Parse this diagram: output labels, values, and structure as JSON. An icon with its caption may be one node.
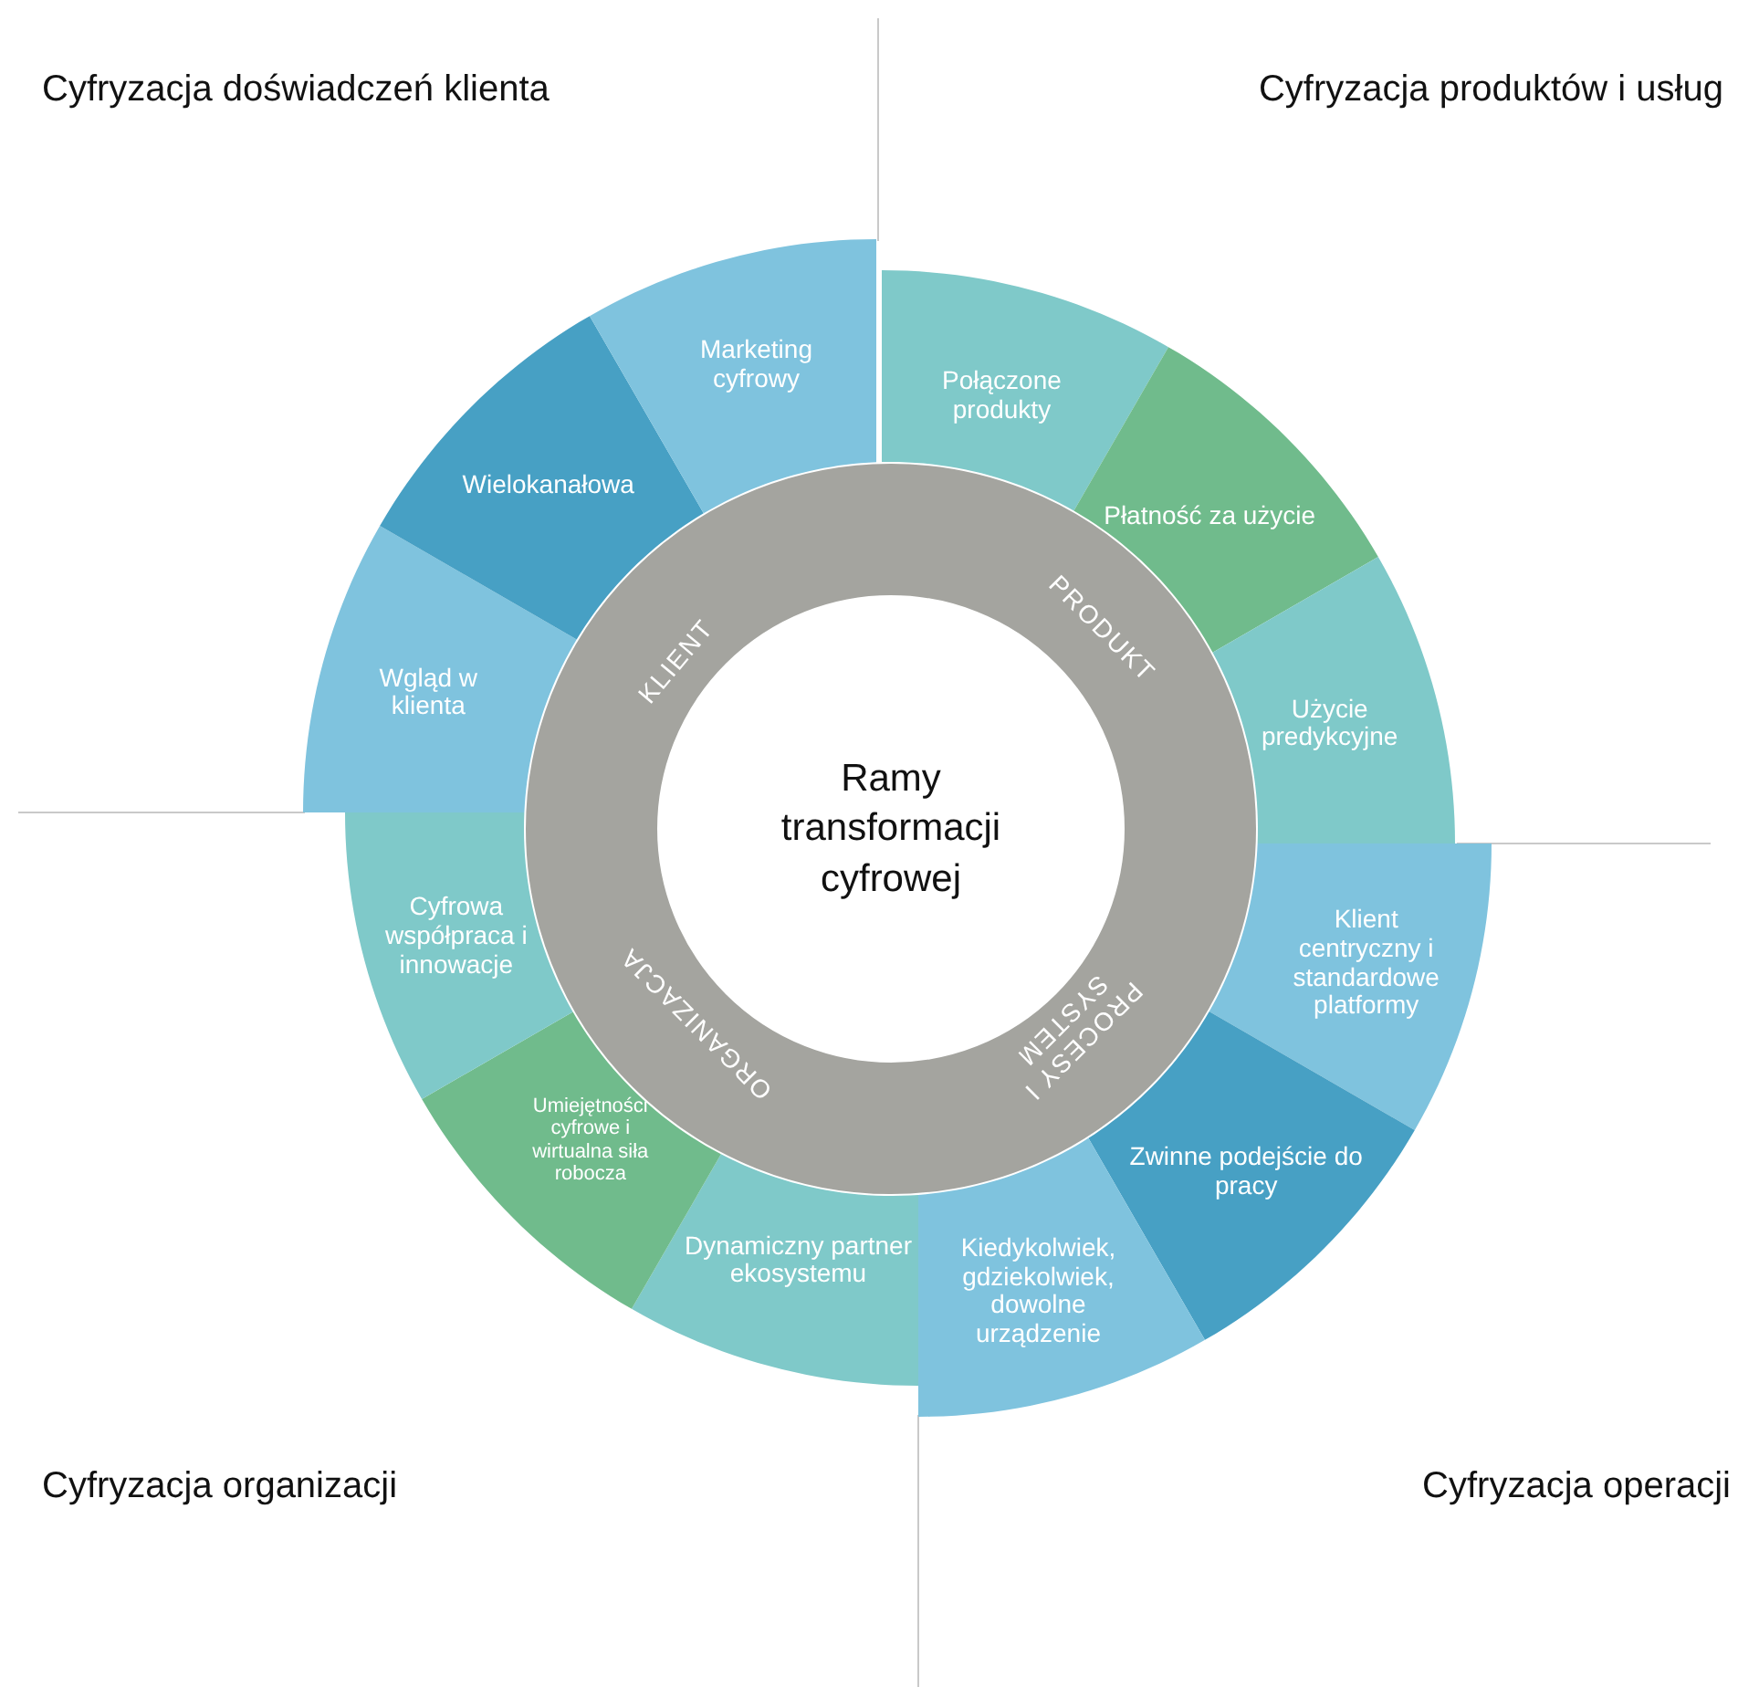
{
  "diagram": {
    "nodes": [
      {
        "text": [
          "KLIENT",
          "PRODUKT",
          "PROCESY I SYSTEM",
          "ORGANIZACJA"
        ]
      },
      {
        "text": [
          "Ramy transformacji cyfrowej"
        ],
        "in": 0
      },
      {
        "text": [
          "Wgląd w klienta"
        ]
      },
      {
        "text": [
          "Wielokanałowa"
        ]
      },
      {
        "text": [
          "Marketing cyfrowy"
        ]
      },
      {
        "text": [
          "Połączone produkty"
        ]
      },
      {
        "text": [
          "Płatność za użycie"
        ]
      },
      {
        "text": [
          "Użycie predykcyjne"
        ]
      },
      {
        "text": [
          "Klient centryczny i standardowe platformy"
        ]
      },
      {
        "text": [
          "Zwinne podejście do pracy"
        ]
      },
      {
        "text": [
          "Kiedykolwiek, gdziekolwiek, dowolne urządzenie"
        ]
      },
      {
        "text": [
          "Dynamiczny partner ekosystemu"
        ]
      },
      {
        "text": [
          "Umiejętności cyfrowe i wirtualna siła robocza"
        ]
      },
      {
        "text": [
          "Cyfrowa współpraca i innowacje"
        ]
      }
    ],
    "labels": [
      "Cyfryzacja doświadczeń klienta",
      "Cyfryzacja produktów i usług",
      "Cyfryzacja organizacji",
      "Cyfryzacja operacji"
    ]
  }
}
